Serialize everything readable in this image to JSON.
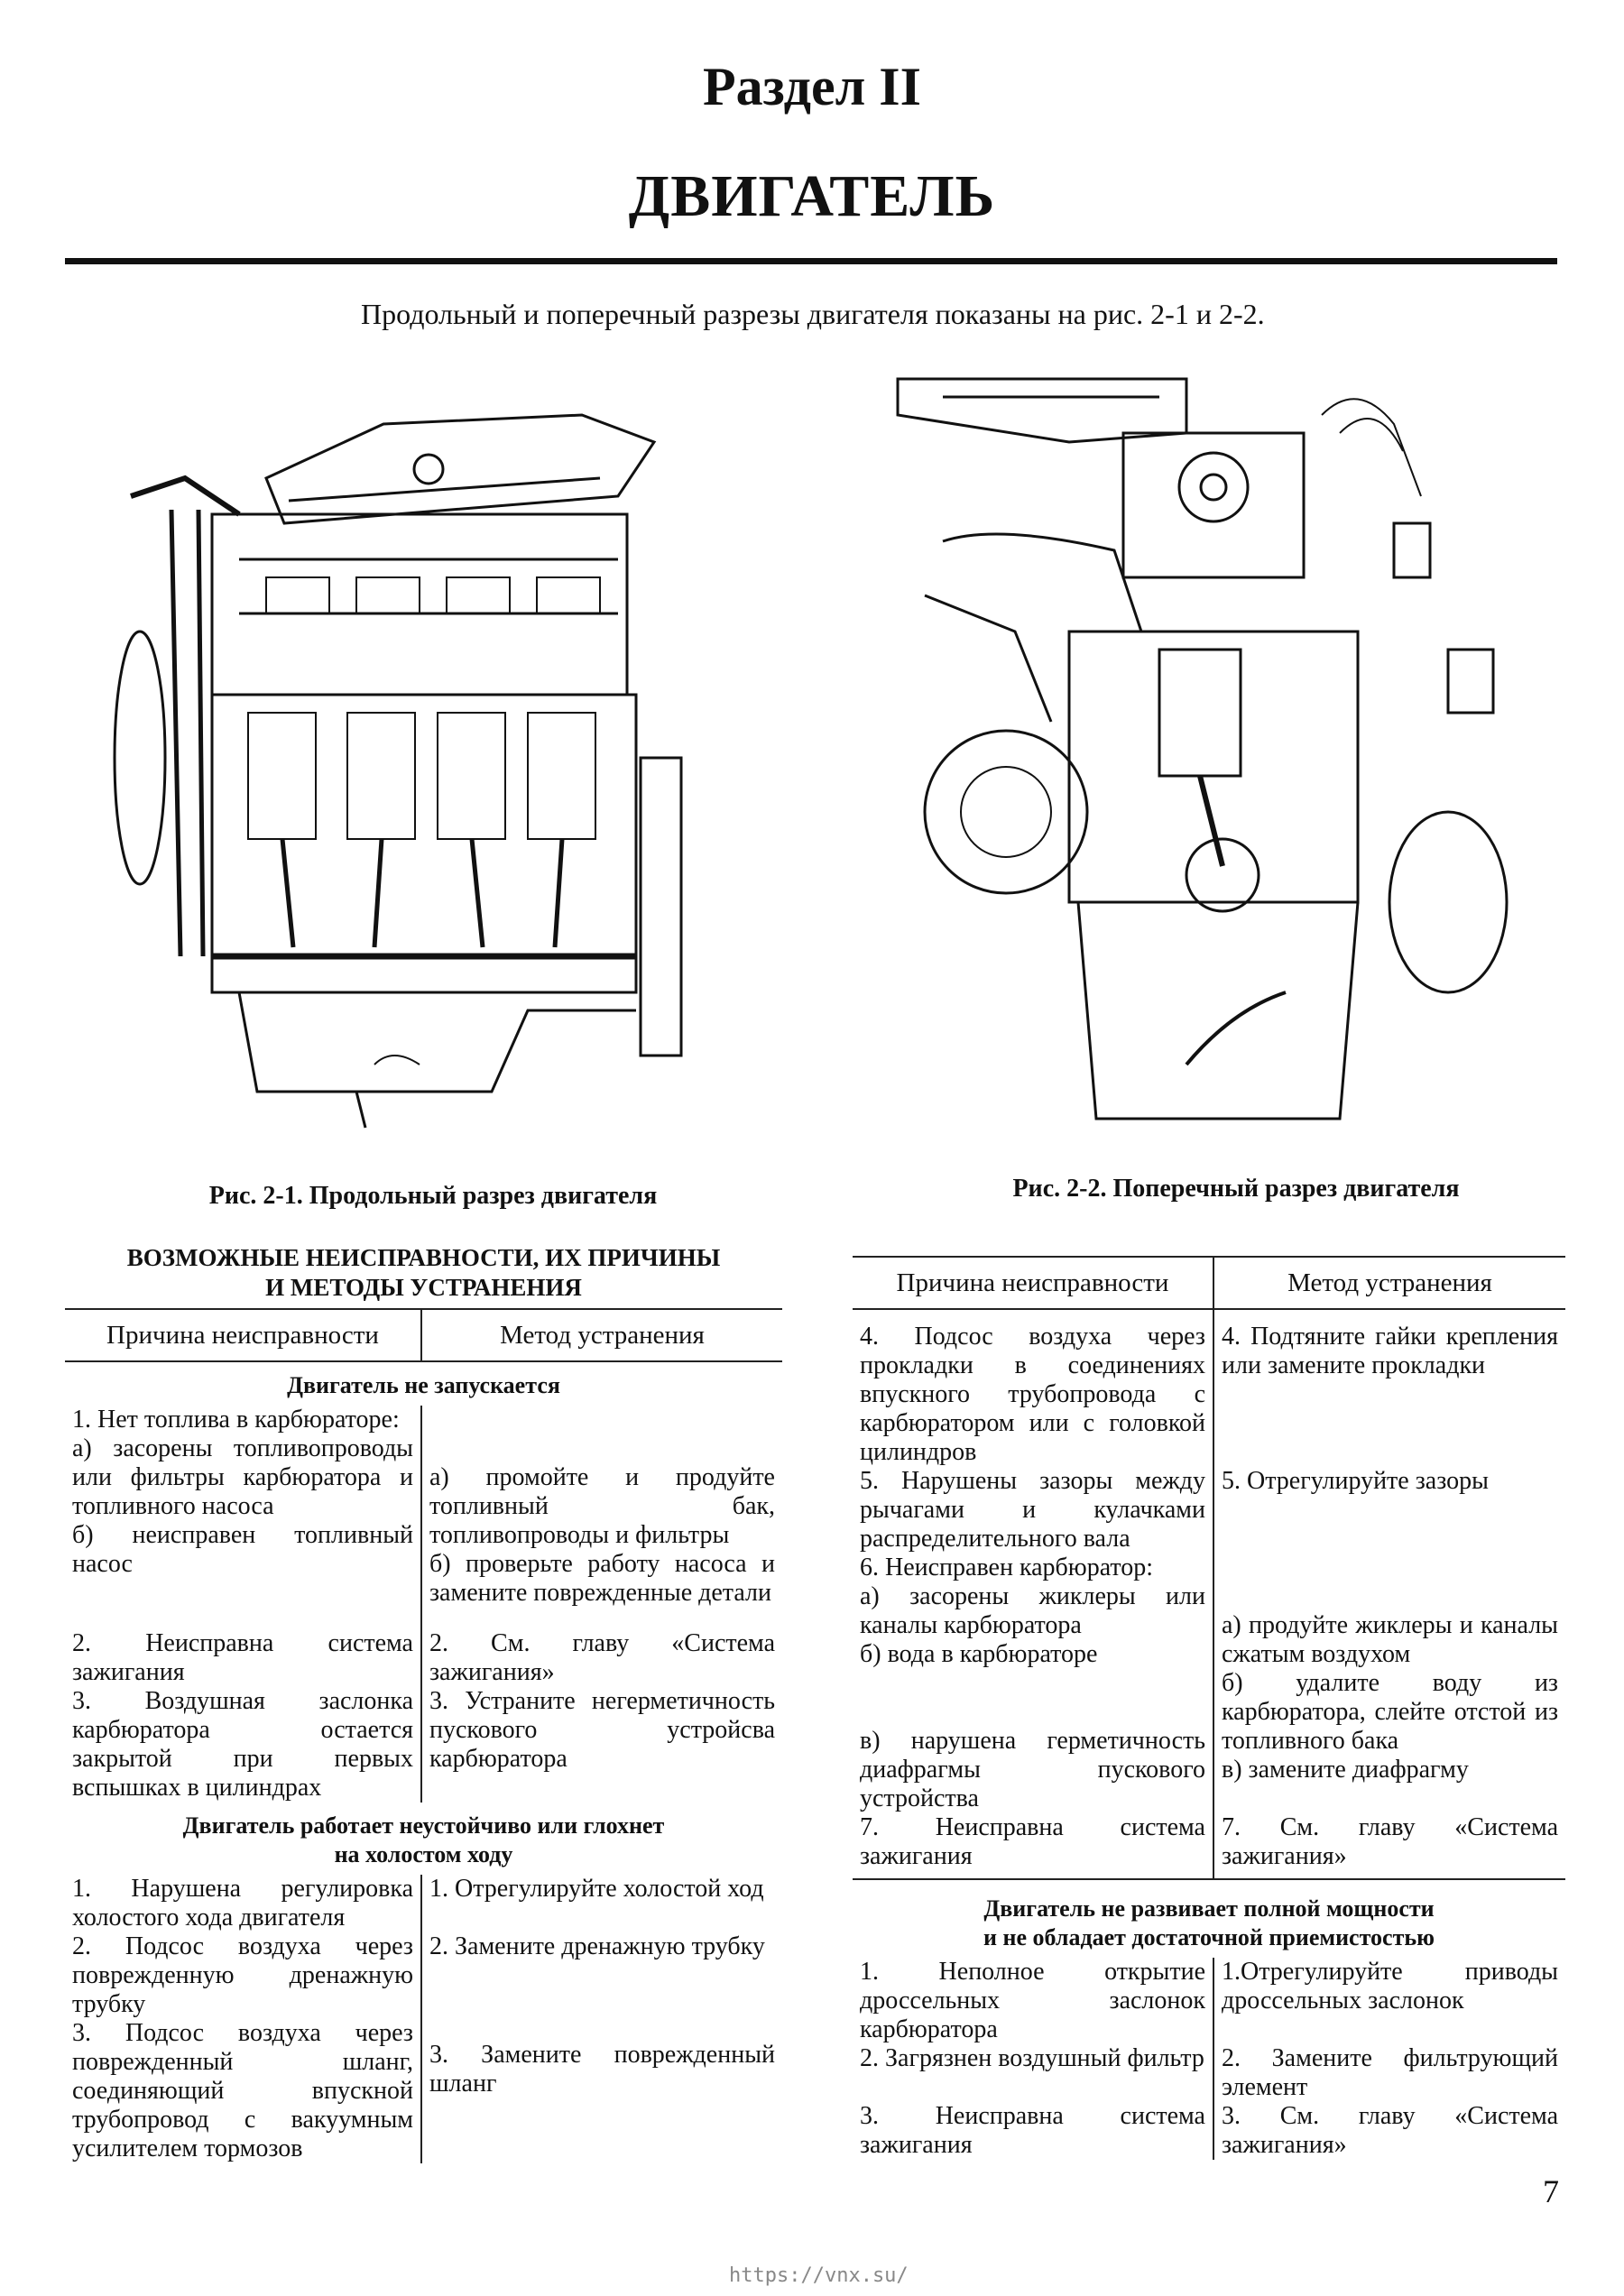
{
  "page": {
    "section": "Раздел II",
    "title": "ДВИГАТЕЛЬ",
    "intro": "Продольный и поперечный разрезы двигателя показаны на рис. 2-1 и 2-2.",
    "page_number": "7",
    "url": "https://vnx.su/"
  },
  "figures": [
    {
      "caption": "Рис. 2-1. Продольный разрез двигателя"
    },
    {
      "caption": "Рис. 2-2. Поперечный разрез двигателя"
    }
  ],
  "left_table": {
    "heading": "ВОЗМОЖНЫЕ НЕИСПРАВНОСТИ, ИХ ПРИЧИНЫ\nИ МЕТОДЫ УСТРАНЕНИЯ",
    "col_cause": "Причина неисправности",
    "col_method": "Метод устранения",
    "section_1": "Двигатель не запускается",
    "section_1_rows": [
      {
        "cause": "1. Нет топлива в карбюраторе:\nа) засорены топливопроводы или фильтры карбюратора и топливного насоса\nб) неисправен топливный насос",
        "method": "\n\nа) промойте и продуйте топливный бак, топливопроводы и фильтры\nб) проверьте работу насоса и замените поврежденные детали"
      },
      {
        "cause": "2. Неисправна система зажигания",
        "method": "2. См. главу «Система зажигания»"
      },
      {
        "cause": "3. Воздушная заслонка карбюратора остается закрытой при первых вспышках в цилиндрах",
        "method": "3. Устраните негерметичность пускового устройсва карбюратора"
      }
    ],
    "section_2": "Двигатель работает неустойчиво или глохнет\nна холостом ходу",
    "section_2_rows": [
      {
        "cause": "1. Нарушена регулировка холостого хода двигателя",
        "method": "1. Отрегулируйте холостой ход"
      },
      {
        "cause": "2. Подсос воздуха через поврежденную дренажную трубку",
        "method": "2. Замените дренажную трубку"
      },
      {
        "cause": "3. Подсос воздуха через поврежденный шланг, соединяющий впускной трубопровод с вакуумным усилителем тормозов",
        "method": "3. Замените поврежденный шланг"
      }
    ]
  },
  "right_table": {
    "col_cause": "Причина неисправности",
    "col_method": "Метод устранения",
    "rows_top": [
      {
        "cause": "4. Подсос воздуха через прокладки в соединениях впускного трубопровода с карбюратором или с головкой цилиндров",
        "method": "4. Подтяните гайки крепления или замените прокладки"
      },
      {
        "cause": "5. Нарушены зазоры между рычагами и кулачками распределительного вала",
        "method": "5. Отрегулируйте зазоры"
      },
      {
        "cause": "6. Неисправен карбюратор:\nа) засорены жиклеры или каналы карбюратора\nб) вода в карбюраторе\n\n\nв) нарушена герметичность диафрагмы пускового устройства",
        "method": "\n\nа) продуйте жиклеры и каналы сжатым воздухом\nб) удалите воду из карбюратора, слейте отстой из топливного бака\nв) замените диафрагму"
      },
      {
        "cause": "7. Неисправна система зажигания",
        "method": "7. См. главу «Система зажигания»"
      }
    ],
    "section_3": "Двигатель не развивает полной мощности\nи не обладает достаточной приемистостью",
    "section_3_rows": [
      {
        "cause": "1. Неполное открытие дроссельных заслонок карбюратора",
        "method": "1.Отрегулируйте приводы дроссельных заслонок"
      },
      {
        "cause": "2. Загрязнен воздушный фильтр",
        "method": "2. Замените фильтрующий элемент"
      },
      {
        "cause": "3. Неисправна система зажигания",
        "method": "3. См. главу «Система зажигания»"
      }
    ]
  }
}
